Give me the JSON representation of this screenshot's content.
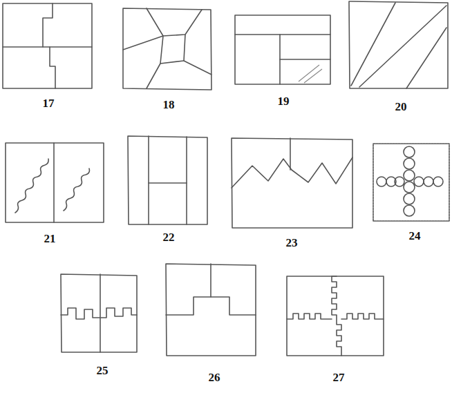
{
  "diagram": {
    "labels": [
      "17",
      "18",
      "19",
      "20",
      "21",
      "22",
      "23",
      "24",
      "25",
      "26",
      "27"
    ]
  }
}
